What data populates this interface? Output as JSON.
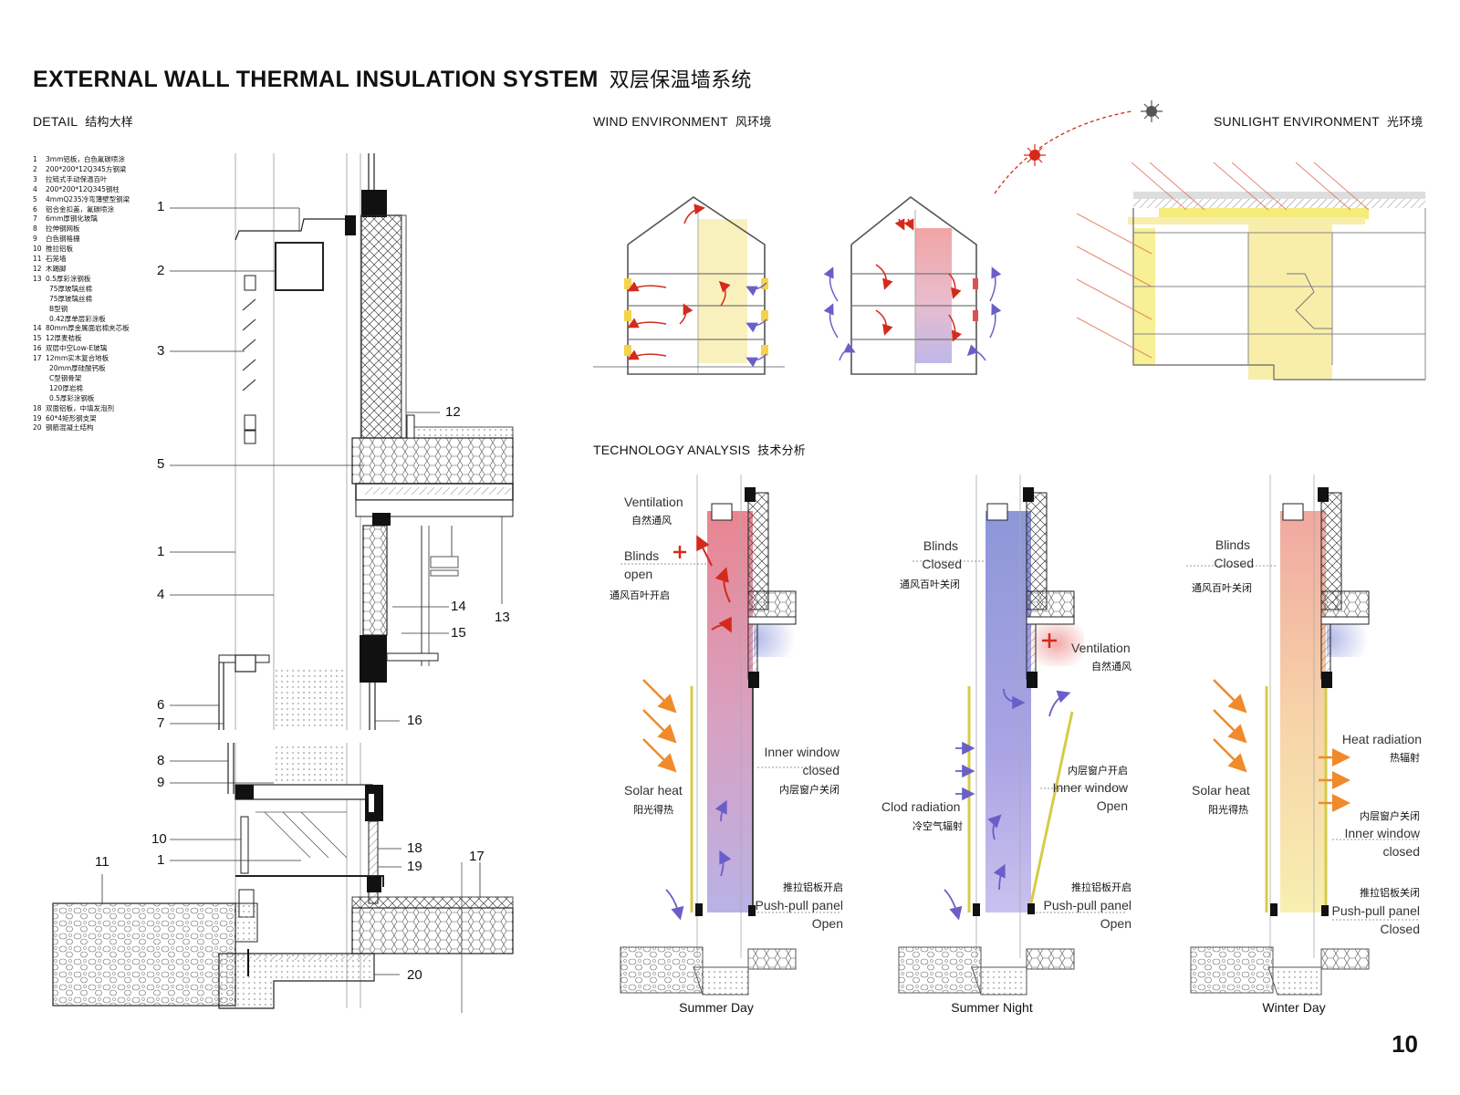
{
  "title": {
    "en": "EXTERNAL WALL THERMAL INSULATION SYSTEM",
    "cn": "双层保温墙系统"
  },
  "sections": {
    "detail": {
      "en": "DETAIL",
      "cn": "结构大样"
    },
    "wind": {
      "en": "WIND ENVIRONMENT",
      "cn": "风环境"
    },
    "sunlight": {
      "en": "SUNLIGHT ENVIRONMENT",
      "cn": "光环境"
    },
    "tech": {
      "en": "TECHNOLOGY ANALYSIS",
      "cn": "技术分析"
    }
  },
  "legend": [
    {
      "n": "1",
      "t": "3mm铝板，白色氟碳喷涂"
    },
    {
      "n": "2",
      "t": "200*200*12Q345方钢梁"
    },
    {
      "n": "3",
      "t": "拉链式手动保温百叶"
    },
    {
      "n": "4",
      "t": "200*200*12Q345钢柱"
    },
    {
      "n": "5",
      "t": "4mmQ235冷弯薄壁型钢梁"
    },
    {
      "n": "6",
      "t": "铝合金扣盖，氟碳喷涂"
    },
    {
      "n": "7",
      "t": "6mm厚钢化玻璃"
    },
    {
      "n": "8",
      "t": "拉伸钢网板"
    },
    {
      "n": "9",
      "t": "白色钢格栅"
    },
    {
      "n": "10",
      "t": "推拉铝板"
    },
    {
      "n": "11",
      "t": "石笼墙"
    },
    {
      "n": "12",
      "t": "木踢脚"
    },
    {
      "n": "13",
      "t": "0.5厚彩涂钢板"
    },
    {
      "n": "",
      "t": "75厚玻璃丝棉"
    },
    {
      "n": "",
      "t": "75厚玻璃丝棉"
    },
    {
      "n": "",
      "t": "B型钢"
    },
    {
      "n": "",
      "t": "0.42厚单层彩涂板"
    },
    {
      "n": "14",
      "t": "80mm厚金属面岩棉夹芯板"
    },
    {
      "n": "15",
      "t": "12厚麦秸板"
    },
    {
      "n": "16",
      "t": "双层中空Low-E玻璃"
    },
    {
      "n": "17",
      "t": "12mm实木复合地板"
    },
    {
      "n": "",
      "t": "20mm厚硅酸钙板"
    },
    {
      "n": "",
      "t": "C型钢骨架"
    },
    {
      "n": "",
      "t": "120厚岩棉"
    },
    {
      "n": "",
      "t": "0.5厚彩涂钢板"
    },
    {
      "n": "18",
      "t": "双面铝板，中填发泡剂"
    },
    {
      "n": "19",
      "t": "60*4矩形钢支架"
    },
    {
      "n": "20",
      "t": "钢筋混凝土结构"
    }
  ],
  "callouts": [
    "1",
    "2",
    "3",
    "5",
    "1",
    "4",
    "6",
    "7",
    "8",
    "9",
    "10",
    "1",
    "11",
    "12",
    "14",
    "15",
    "13",
    "16",
    "18",
    "19",
    "17",
    "20"
  ],
  "analysis": {
    "summer_day": {
      "caption": "Summer Day",
      "ventilation_en": "Ventilation",
      "ventilation_cn": "自然通风",
      "blinds_en": "Blinds",
      "blinds_state": "open",
      "blinds_cn": "通风百叶开启",
      "solar_en": "Solar  heat",
      "solar_cn": "阳光得热",
      "inner_en": "Inner window",
      "inner_state": "closed",
      "inner_cn": "内层窗户关闭",
      "panel_cn": "推拉铝板开启",
      "panel_en": "Push-pull panel",
      "panel_state": "Open"
    },
    "summer_night": {
      "caption": "Summer Night",
      "blinds_en": "Blinds",
      "blinds_state": "Closed",
      "blinds_cn": "通风百叶关闭",
      "ventilation_en": "Ventilation",
      "ventilation_cn": "自然通风",
      "cold_en": "Clod  radiation",
      "cold_cn": "冷空气辐射",
      "inner_cn": "内层窗户开启",
      "inner_en": "Inner window",
      "inner_state": "Open",
      "panel_cn": "推拉铝板开启",
      "panel_en": "Push-pull panel",
      "panel_state": "Open"
    },
    "winter_day": {
      "caption": "Winter Day",
      "blinds_en": "Blinds",
      "blinds_state": "Closed",
      "blinds_cn": "通风百叶关闭",
      "heat_en": "Heat radiation",
      "heat_cn": "热辐射",
      "solar_en": "Solar  heat",
      "solar_cn": "阳光得热",
      "inner_cn": "内层窗户关闭",
      "inner_en": "Inner window",
      "inner_state": "closed",
      "panel_cn": "推拉铝板关闭",
      "panel_en": "Push-pull panel",
      "panel_state": "Closed"
    }
  },
  "page_number": "10",
  "colors": {
    "warm": "#e8858f",
    "cool": "#8f9ad8",
    "sun": "#f7eea0",
    "arrow_red": "#d42a1c",
    "arrow_blue": "#6a5fc8",
    "sun_ray": "#f08a2a"
  }
}
